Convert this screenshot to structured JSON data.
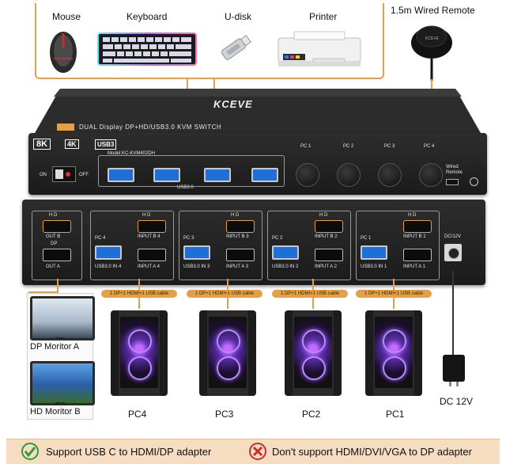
{
  "peripherals": {
    "mouse_label": "Mouse",
    "keyboard_label": "Keyboard",
    "udisk_label": "U-disk",
    "printer_label": "Printer",
    "remote_label": "1.5m Wired Remote"
  },
  "kvm_front": {
    "brand": "KCEVE",
    "product_line": "DUAL Display DP+HD/USB3.0 KVM SWITCH",
    "badge_8k": "8K",
    "badge_4k": "4K",
    "badge_usb": "USB3",
    "model": "Model:KC-KVM402DH",
    "power_on": "ON",
    "power_off": "OFF",
    "usb_label": "USB3.0",
    "pc_buttons": [
      "PC 1",
      "PC 2",
      "PC 3",
      "PC 4"
    ],
    "wired_remote": "Wired\nRemote"
  },
  "kvm_back": {
    "out_b": "OUT B",
    "out_a": "OUT A",
    "hd": "H D",
    "dp": "DP",
    "dc": "DC/12V",
    "inputs": [
      {
        "pc": "PC 4",
        "input_b": "INPUT B 4",
        "input_a": "INPUT A 4",
        "usb": "USB3.0 IN 4"
      },
      {
        "pc": "PC 3",
        "input_b": "INPUT B 3",
        "input_a": "INPUT A 3",
        "usb": "USB3.0 IN 3"
      },
      {
        "pc": "PC 2",
        "input_b": "INPUT B 2",
        "input_a": "INPUT A 2",
        "usb": "USB3.0 IN 2"
      },
      {
        "pc": "PC 1",
        "input_b": "INPUT B 1",
        "input_a": "INPUT A 1",
        "usb": "USB3.0 IN 1"
      }
    ],
    "cable_note": "1 DP+1 HDMI+1 USB cable"
  },
  "monitors": {
    "a": "DP Moritor A",
    "b": "HD Moritor B"
  },
  "pcs": [
    "PC4",
    "PC3",
    "PC2",
    "PC1"
  ],
  "power": "DC 12V",
  "footer": {
    "support": "Support USB C to HDMI/DP adapter",
    "not_support": "Don't support HDMI/DVI/VGA to DP adapter"
  }
}
